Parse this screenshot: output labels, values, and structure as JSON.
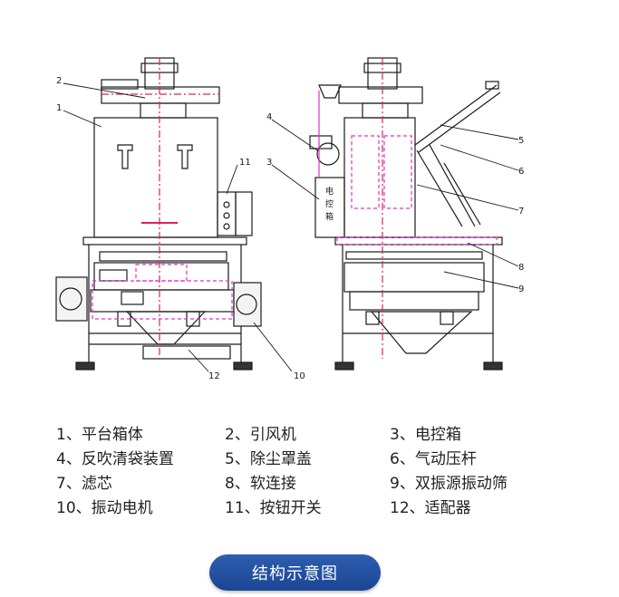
{
  "callouts_left": [
    "2",
    "1",
    "11",
    "12",
    "10"
  ],
  "callouts_right": [
    "4",
    "3",
    "5",
    "6",
    "7",
    "8",
    "9"
  ],
  "panel_text": [
    "电",
    "控",
    "箱"
  ],
  "legend": [
    [
      "1、平台箱体",
      "2、引风机",
      "3、电控箱"
    ],
    [
      "4、反吹清袋装置",
      "5、除尘罩盖",
      "6、气动压杆"
    ],
    [
      "7、滤芯",
      "8、软连接",
      "9、双振源振动筛"
    ],
    [
      "10、振动电机",
      "11、按钮开关",
      "12、适配器"
    ]
  ],
  "caption": "结构示意图",
  "colors": {
    "line": "#1a1a1a",
    "centerline": "#e0205a",
    "magenta": "#e030d0",
    "button": "#1b4593"
  }
}
